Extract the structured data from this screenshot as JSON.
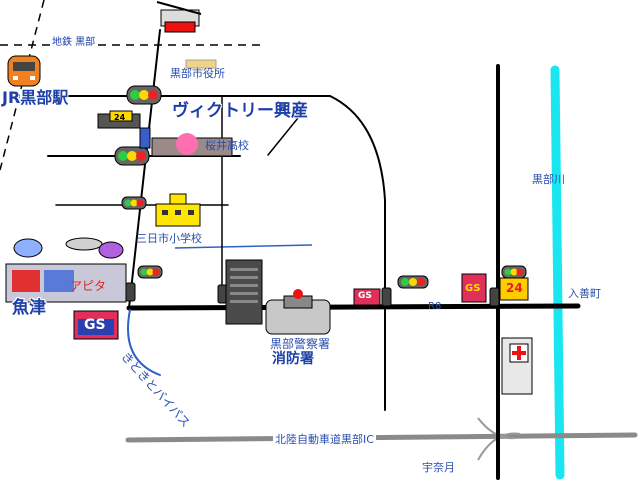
{
  "labels": {
    "subway": "地鉄 黒部",
    "jr_station": "JR黒部駅",
    "city_hall": "黒部市役所",
    "victory": "ヴィクトリー興産",
    "sakurai": "桜井高校",
    "mikkaichi": "三日市小学校",
    "apita": "アピタ",
    "uozu": "魚津",
    "gs": "GS",
    "route8": "R8",
    "irifune": "入善町",
    "kurobe_river": "黒部川",
    "police": "黒部警察署",
    "fire": "消防署",
    "bypass": "きときとバイパス",
    "highway": "北陸自動車道黒部IC",
    "unazuki": "宇奈月",
    "conv_24": "24"
  },
  "colors": {
    "river": "#19e6f0",
    "road": "#000000",
    "highway": "#8a8a8a",
    "label_blue": "#1c3fa8"
  }
}
